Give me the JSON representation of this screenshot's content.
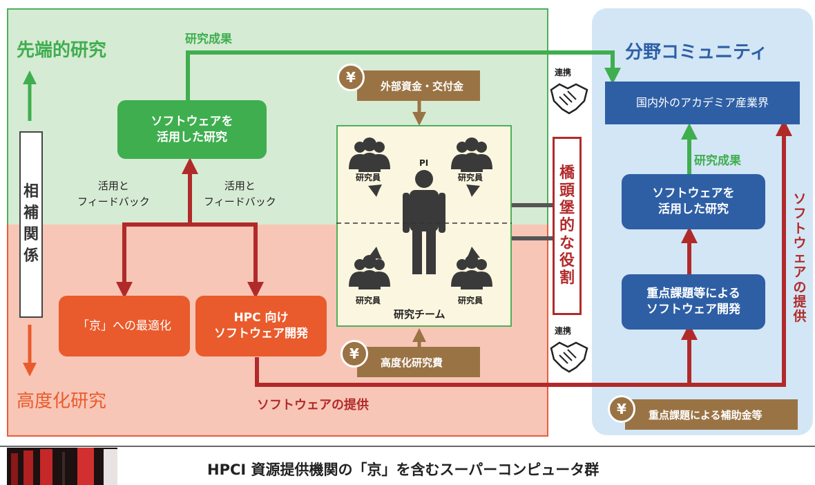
{
  "zones": {
    "advanced": "先端的研究",
    "sophisticated": "高度化研究",
    "community": "分野コミュニティ"
  },
  "complementary": [
    "相",
    "補",
    "関",
    "係"
  ],
  "boxes": {
    "sw_research_left": "ソフトウェアを\n活用した研究",
    "kei_optimize": "「京」への最適化",
    "hpc_dev": "HPC 向け\nソフトウェア開発",
    "academia": "国内外のアカデミア産業界",
    "sw_research_right": "ソフトウェアを\n活用した研究",
    "priority_dev": "重点課題等による\nソフトウェア開発"
  },
  "labels": {
    "results_top": "研究成果",
    "results_right": "研究成果",
    "feedback_left": "活用と\nフィードバック",
    "feedback_right": "活用と\nフィードバック",
    "software_supply_bottom": "ソフトウェアの提供",
    "software_supply_right": [
      "ソ",
      "フ",
      "ト",
      "ウ",
      "ェ",
      "ア",
      "の",
      "提",
      "供"
    ],
    "collab_top": "連携",
    "collab_bottom": "連携"
  },
  "funding": {
    "external": "外部資金・交付金",
    "advanced_cost": "高度化研究費",
    "subsidy": "重点課題による補助金等",
    "yen_symbol": "¥"
  },
  "team": {
    "pi": "PI",
    "member": "研究員",
    "name": "研究チーム"
  },
  "bridge": [
    "橋",
    "頭",
    "堡",
    "的",
    "な",
    "役",
    "割"
  ],
  "footer": {
    "caption": "HPCI 資源提供機関の「京」を含むスーパーコンピュータ群"
  },
  "colors": {
    "green": "#3fae4f",
    "red": "#b12a2a",
    "orange": "#e95b2c",
    "blue": "#2e5fa5",
    "brown": "#9a7344"
  }
}
